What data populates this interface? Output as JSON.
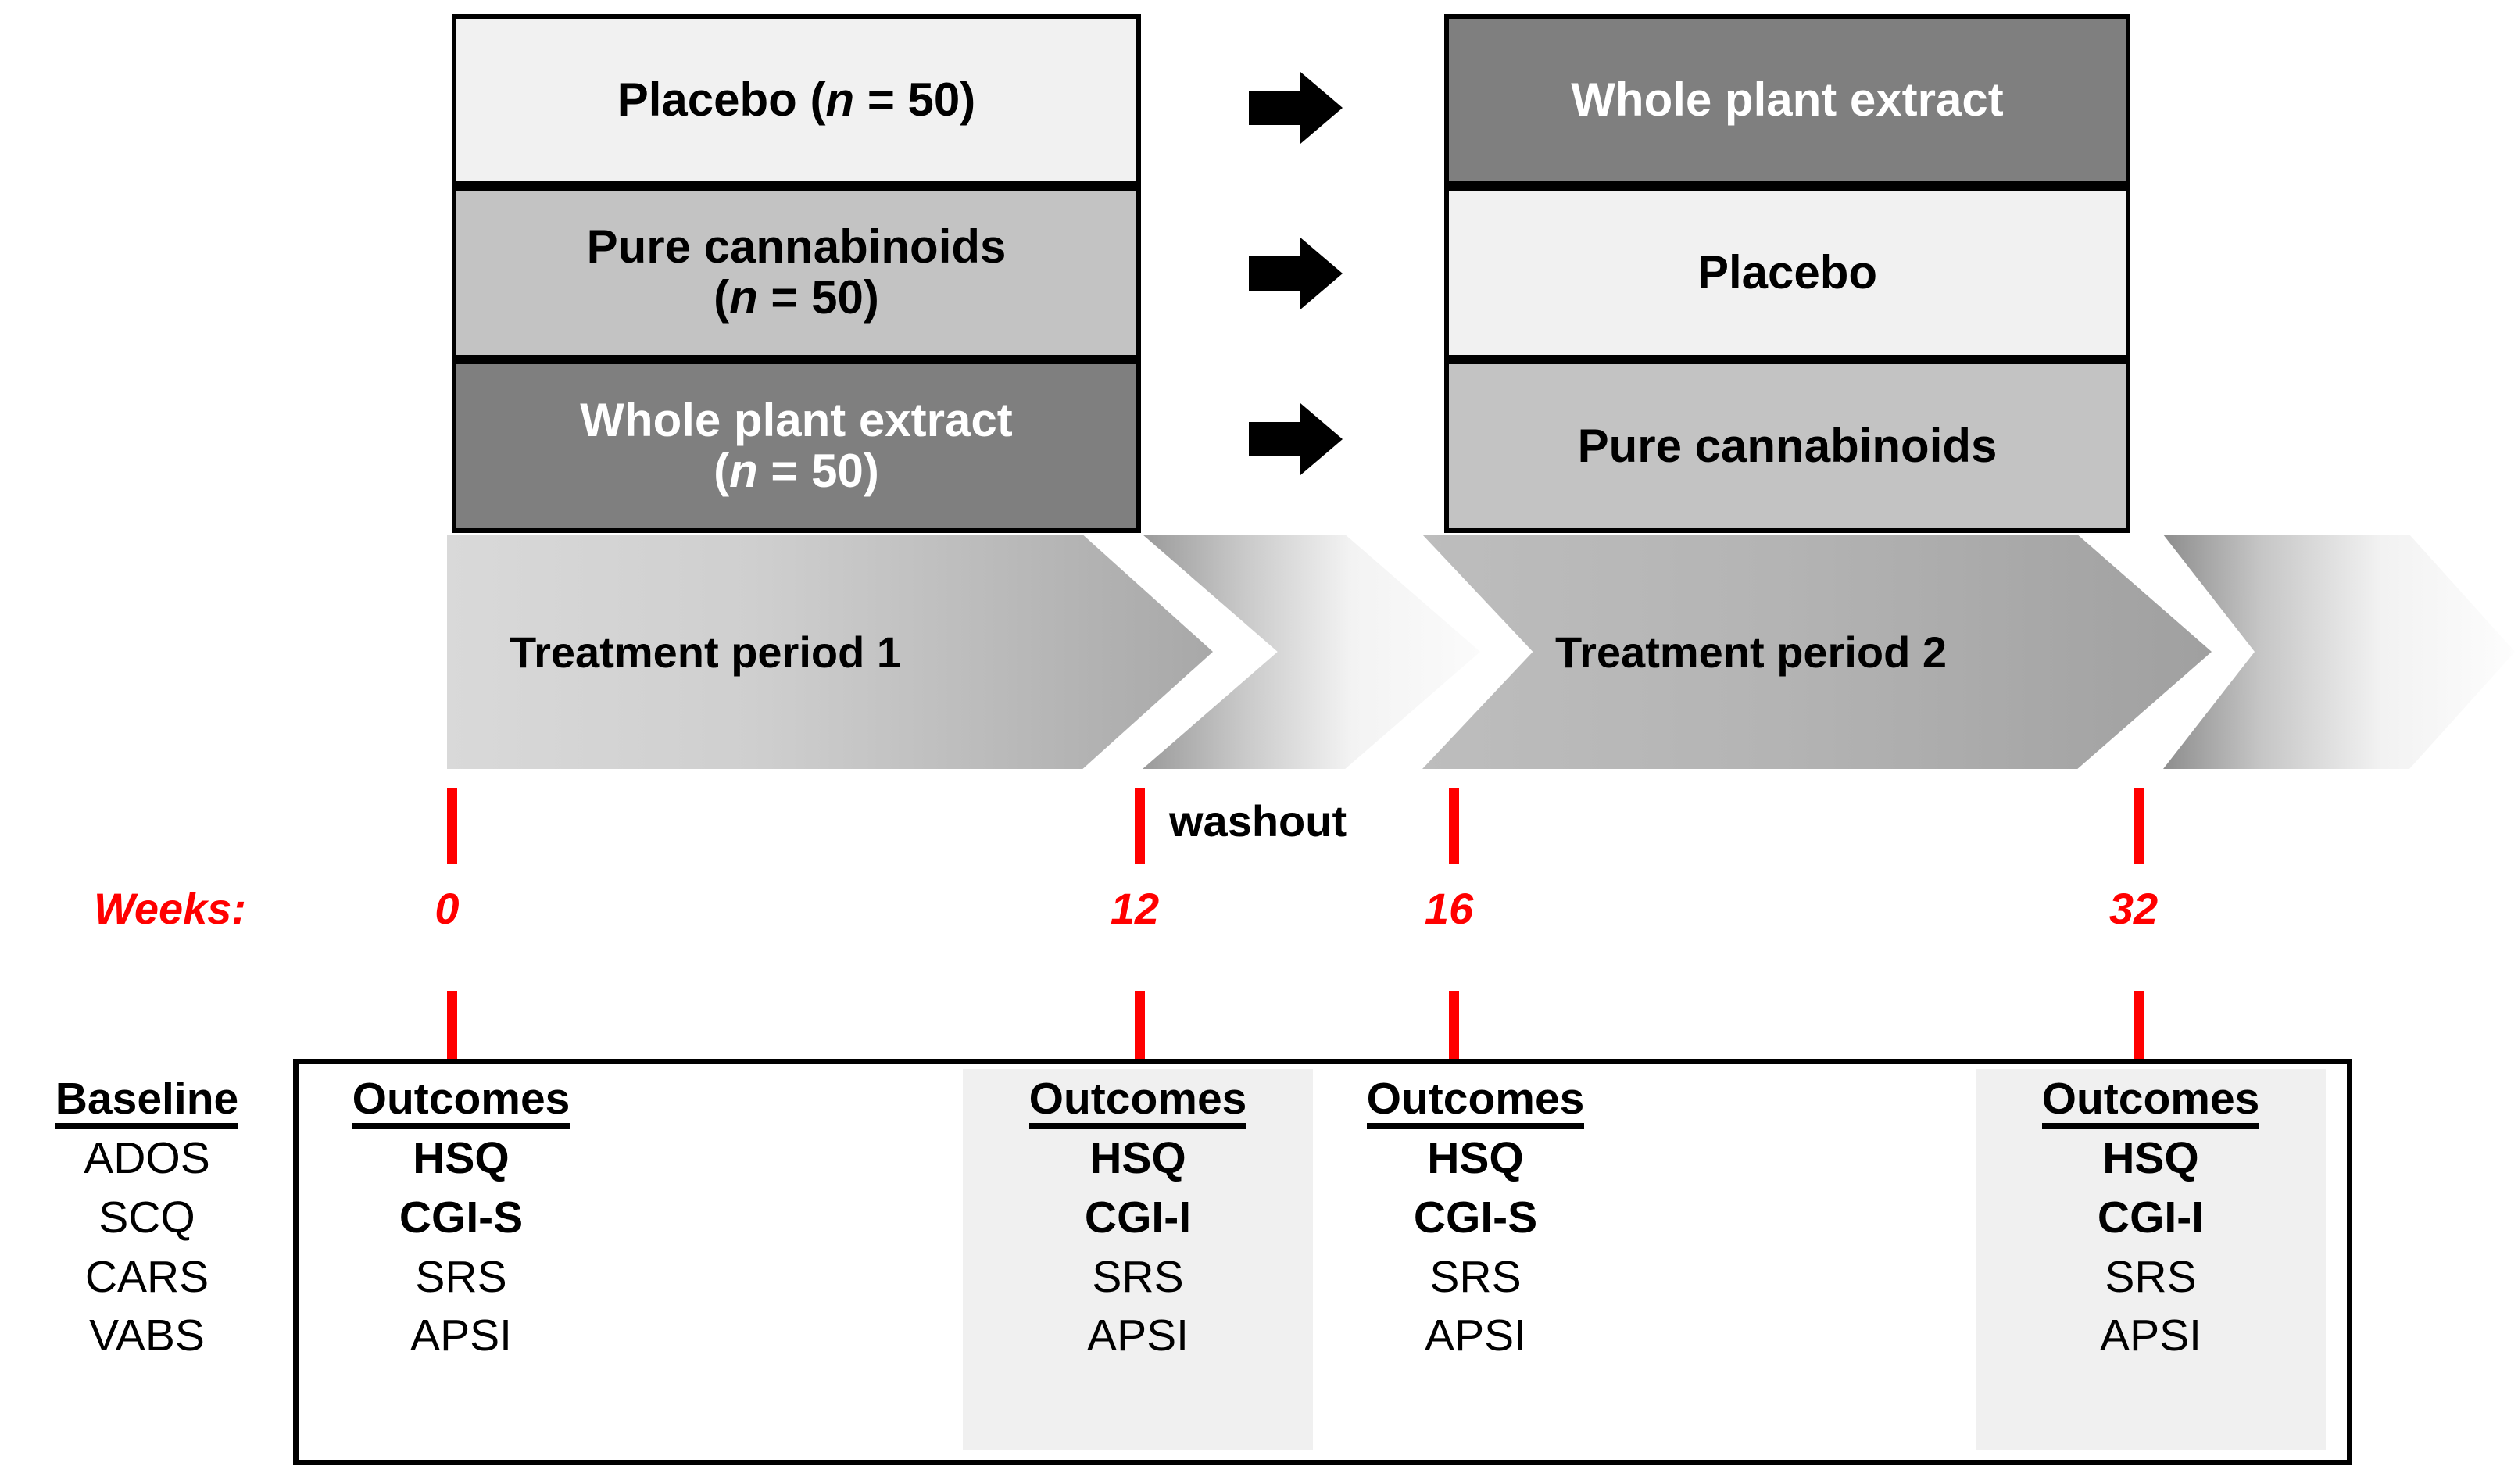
{
  "figure": {
    "kind": "clinical-trial-crossover-design",
    "accent_red": "#ff0000",
    "shades": {
      "light": "#f1f1f1",
      "mid": "#c3c3c3",
      "dark": "#7f7f7f"
    }
  },
  "period1_arms": [
    {
      "label": "Placebo",
      "n_text": "(n = 50)",
      "n_italic": "n",
      "shade": "light"
    },
    {
      "label": "Pure cannabinoids",
      "n_text": "(n = 50)",
      "n_italic": "n",
      "shade": "mid"
    },
    {
      "label": "Whole plant extract",
      "n_text": "(n = 50)",
      "n_italic": "n",
      "shade": "dark"
    }
  ],
  "crossover_arrows": [
    "arrow-right-icon",
    "arrow-right-icon",
    "arrow-right-icon"
  ],
  "period2_arms": [
    {
      "label": "Whole plant extract",
      "shade": "dark"
    },
    {
      "label": "Placebo",
      "shade": "light"
    },
    {
      "label": "Pure cannabinoids",
      "shade": "mid"
    }
  ],
  "timeline": {
    "periods": [
      {
        "label": "Treatment period 1"
      },
      {
        "label": "Treatment period 2"
      }
    ],
    "washout_label": "washout",
    "weeks_prefix": "Weeks:",
    "week_marks": [
      "0",
      "12",
      "16",
      "32"
    ]
  },
  "baseline": {
    "header": "Baseline",
    "items": [
      "ADOS",
      "SCQ",
      "CARS",
      "VABS"
    ]
  },
  "outcomes": [
    {
      "week": "0",
      "header": "Outcomes",
      "shaded": false,
      "items": [
        {
          "t": "HSQ",
          "bold": true
        },
        {
          "t": "CGI-S",
          "bold": true
        },
        {
          "t": "SRS",
          "bold": false
        },
        {
          "t": "APSI",
          "bold": false
        }
      ]
    },
    {
      "week": "12",
      "header": "Outcomes",
      "shaded": true,
      "items": [
        {
          "t": "HSQ",
          "bold": true
        },
        {
          "t": "CGI-I",
          "bold": true
        },
        {
          "t": "SRS",
          "bold": false
        },
        {
          "t": "APSI",
          "bold": false
        }
      ]
    },
    {
      "week": "16",
      "header": "Outcomes",
      "shaded": false,
      "items": [
        {
          "t": "HSQ",
          "bold": true
        },
        {
          "t": "CGI-S",
          "bold": true
        },
        {
          "t": "SRS",
          "bold": false
        },
        {
          "t": "APSI",
          "bold": false
        }
      ]
    },
    {
      "week": "32",
      "header": "Outcomes",
      "shaded": true,
      "items": [
        {
          "t": "HSQ",
          "bold": true
        },
        {
          "t": "CGI-I",
          "bold": true
        },
        {
          "t": "SRS",
          "bold": false
        },
        {
          "t": "APSI",
          "bold": false
        }
      ]
    }
  ]
}
